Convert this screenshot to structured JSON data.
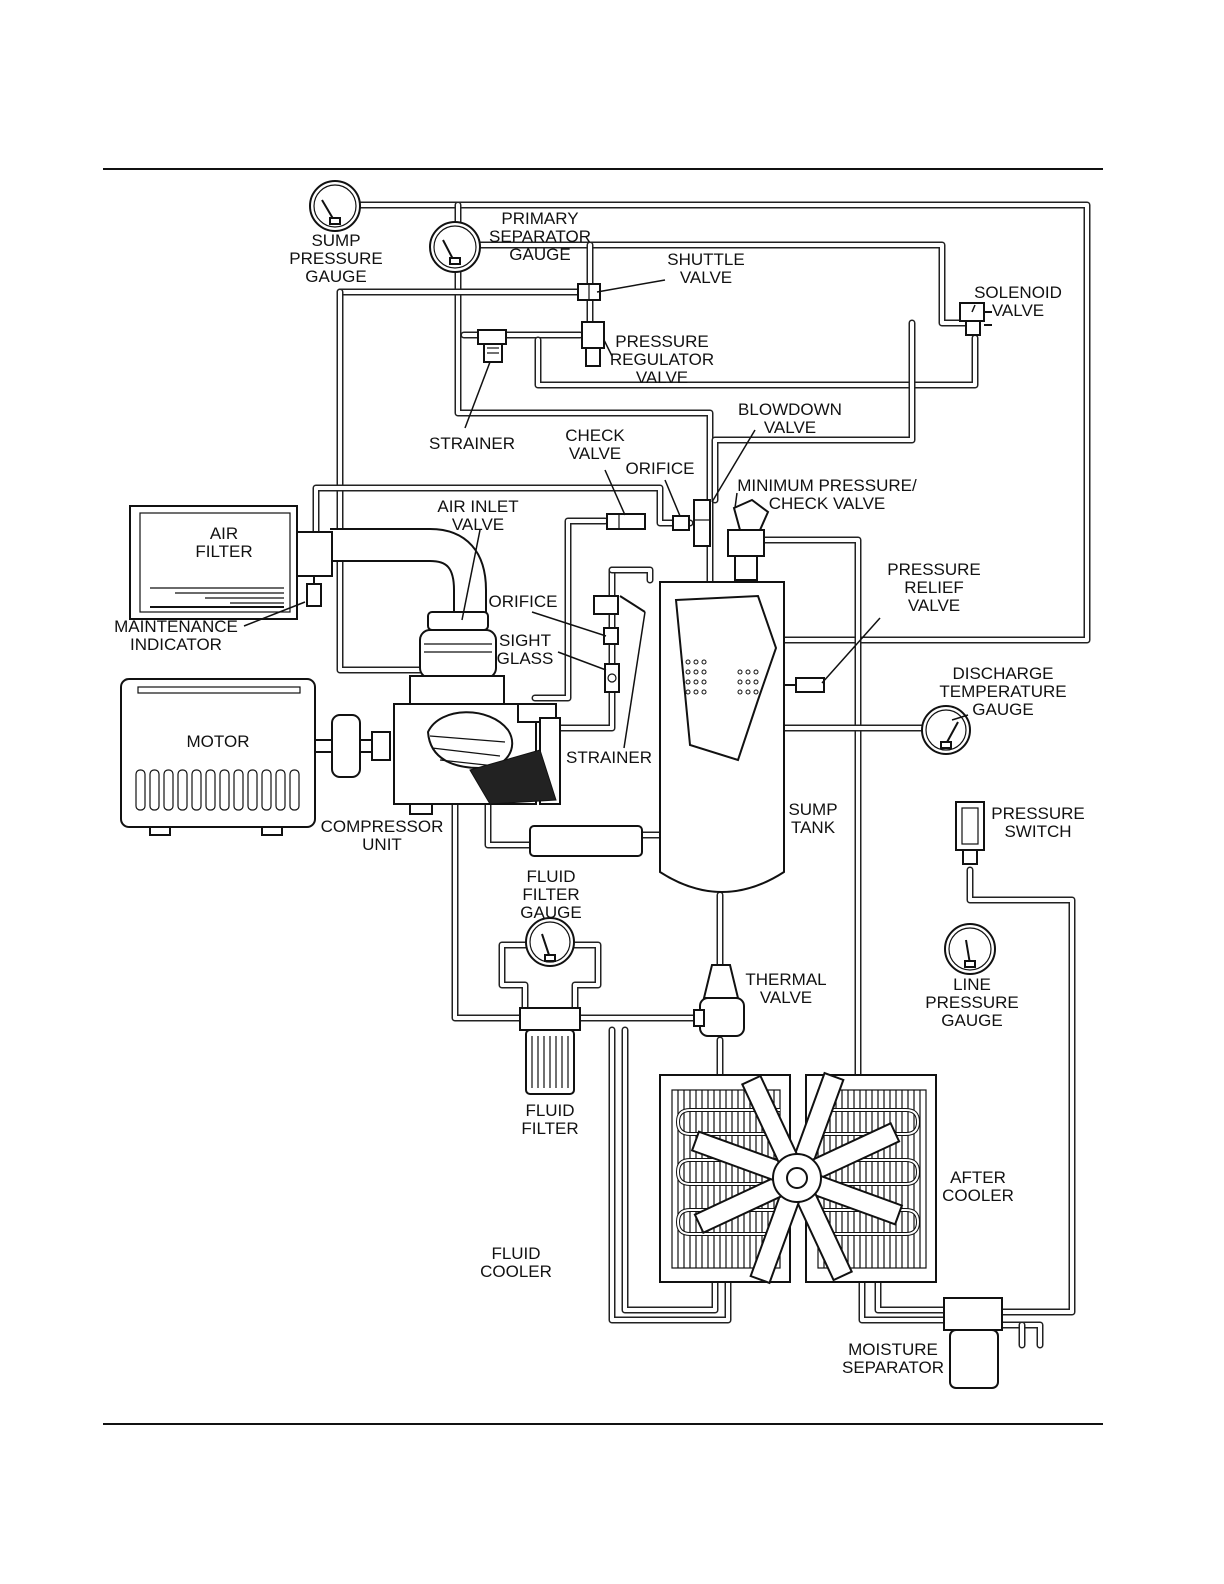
{
  "labels": {
    "sump_pressure_gauge": [
      "SUMP",
      "PRESSURE",
      "GAUGE"
    ],
    "primary_separator_gauge": [
      "PRIMARY",
      "SEPARATOR",
      "GAUGE"
    ],
    "shuttle_valve": [
      "SHUTTLE",
      "VALVE"
    ],
    "solenoid_valve": [
      "SOLENOID",
      "VALVE"
    ],
    "pressure_regulator_valve": [
      "PRESSURE",
      "REGULATOR",
      "VALVE"
    ],
    "strainer_top": [
      "STRAINER"
    ],
    "blowdown_valve": [
      "BLOWDOWN",
      "VALVE"
    ],
    "check_valve": [
      "CHECK",
      "VALVE"
    ],
    "orifice_top": [
      "ORIFICE"
    ],
    "min_pressure_check_valve": [
      "MINIMUM PRESSURE/",
      "CHECK VALVE"
    ],
    "air_inlet_valve": [
      "AIR INLET",
      "VALVE"
    ],
    "air_filter": [
      "AIR",
      "FILTER"
    ],
    "maintenance_indicator": [
      "MAINTENANCE",
      "INDICATOR"
    ],
    "orifice_mid": [
      "ORIFICE"
    ],
    "sight_glass": [
      "SIGHT",
      "GLASS"
    ],
    "pressure_relief_valve": [
      "PRESSURE",
      "RELIEF",
      "VALVE"
    ],
    "discharge_temperature_gauge": [
      "DISCHARGE",
      "TEMPERATURE",
      "GAUGE"
    ],
    "motor": [
      "MOTOR"
    ],
    "strainer_mid": [
      "STRAINER"
    ],
    "sump_tank": [
      "SUMP",
      "TANK"
    ],
    "pressure_switch": [
      "PRESSURE",
      "SWITCH"
    ],
    "compressor_unit": [
      "COMPRESSOR",
      "UNIT"
    ],
    "fluid_filter_gauge": [
      "FLUID",
      "FILTER",
      "GAUGE"
    ],
    "thermal_valve": [
      "THERMAL",
      "VALVE"
    ],
    "line_pressure_gauge": [
      "LINE",
      "PRESSURE",
      "GAUGE"
    ],
    "fluid_filter": [
      "FLUID",
      "FILTER"
    ],
    "after_cooler": [
      "AFTER",
      "COOLER"
    ],
    "fluid_cooler": [
      "FLUID",
      "COOLER"
    ],
    "moisture_separator": [
      "MOISTURE",
      "SEPARATOR"
    ]
  }
}
